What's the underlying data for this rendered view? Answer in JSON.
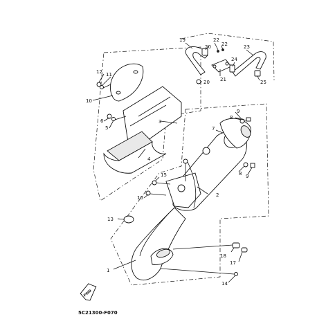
{
  "diagram_code": "5C21300-F070",
  "fwd_label": "FWD",
  "callouts": [
    {
      "id": "c1",
      "text": "1"
    },
    {
      "id": "c2",
      "text": "2"
    },
    {
      "id": "c3",
      "text": "3"
    },
    {
      "id": "c4",
      "text": "4"
    },
    {
      "id": "c5",
      "text": "5"
    },
    {
      "id": "c6",
      "text": "6"
    },
    {
      "id": "c7",
      "text": "7"
    },
    {
      "id": "c8a",
      "text": "8"
    },
    {
      "id": "c8b",
      "text": "8"
    },
    {
      "id": "c9a",
      "text": "9"
    },
    {
      "id": "c9b",
      "text": "9"
    },
    {
      "id": "c10",
      "text": "10"
    },
    {
      "id": "c11",
      "text": "11"
    },
    {
      "id": "c12",
      "text": "12"
    },
    {
      "id": "c13",
      "text": "13"
    },
    {
      "id": "c14",
      "text": "14"
    },
    {
      "id": "c15",
      "text": "15"
    },
    {
      "id": "c16",
      "text": "16"
    },
    {
      "id": "c17",
      "text": "17"
    },
    {
      "id": "c18",
      "text": "18"
    },
    {
      "id": "c19",
      "text": "19"
    },
    {
      "id": "c20a",
      "text": "20"
    },
    {
      "id": "c20b",
      "text": "20"
    },
    {
      "id": "c21",
      "text": "21"
    },
    {
      "id": "c22a",
      "text": "22"
    },
    {
      "id": "c22b",
      "text": "22"
    },
    {
      "id": "c23",
      "text": "23"
    },
    {
      "id": "c24",
      "text": "24"
    },
    {
      "id": "c25",
      "text": "25"
    }
  ]
}
